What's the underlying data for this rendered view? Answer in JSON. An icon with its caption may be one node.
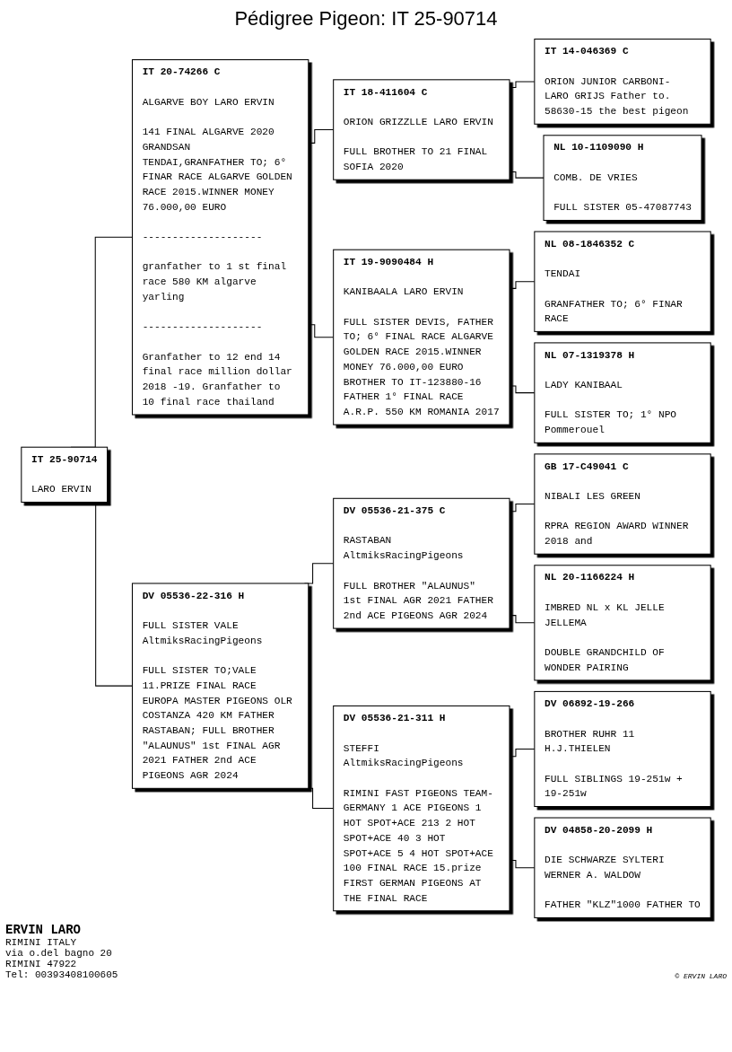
{
  "diagram": {
    "title": "Pédigree Pigeon: IT 25-90714",
    "nodes": [
      {
        "text": [
          "IT 25-90714",
          "LARO ERVIN"
        ]
      },
      {
        "text": [
          "IT 20-74266 C",
          "ALGARVE BOY LARO ERVIN",
          "141 FINAL ALGARVE 2020 GRANDSAN TENDAI,GRANFATHER TO; 6° FINAR RACE ALGARVE GOLDEN RACE 2015.WINNER MONEY 76.000,00 EURO",
          "--------------------",
          "granfather to 1 st final race 580 KM algarve yarling",
          "--------------------",
          "Granfather to 12 end 14 final race million dollar 2018 -19. Granfather to 10 final race thailand"
        ]
      },
      {
        "text": [
          "DV 05536-22-316 H",
          "FULL SISTER VALE AltmiksRacingPigeons",
          "FULL SISTER TO;VALE 11.PRIZE FINAL RACE EUROPA MASTER PIGEONS OLR COSTANZA 420 KM FATHER RASTABAN; FULL BROTHER \"ALAUNUS\" 1st FINAL AGR 2021 FATHER 2nd ACE PIGEONS AGR 2024"
        ]
      },
      {
        "text": [
          "IT 18-411604 C",
          "ORION GRIZZLLE LARO ERVIN",
          "FULL BROTHER TO 21 FINAL SOFIA 2020"
        ]
      },
      {
        "text": [
          "IT 19-9090484 H",
          "KANIBAALA LARO ERVIN",
          "FULL SISTER DEVIS, FATHER TO; 6° FINAL RACE ALGARVE GOLDEN RACE 2015.WINNER MONEY 76.000,00 EURO BROTHER TO IT-123880-16 FATHER 1° FINAL RACE A.R.P. 550 KM ROMANIA 2017"
        ]
      },
      {
        "text": [
          "DV 05536-21-375 C",
          "RASTABAN AltmiksRacingPigeons",
          "FULL BROTHER \"ALAUNUS\" 1st FINAL AGR 2021 FATHER 2nd ACE PIGEONS AGR 2024"
        ]
      },
      {
        "text": [
          "DV 05536-21-311 H",
          "STEFFI AltmiksRacingPigeons",
          "RIMINI FAST PIGEONS TEAM-GERMANY 1 ACE PIGEONS 1 HOT SPOT+ACE 213 2 HOT SPOT+ACE 40 3 HOT SPOT+ACE 5 4 HOT SPOT+ACE 100 FINAL RACE 15.prize FIRST GERMAN PIGEONS AT THE FINAL RACE"
        ]
      },
      {
        "text": [
          "IT 14-046369 C",
          "ORION JUNIOR CARBONI- LARO GRIJS Father to. 58630-15 the best pigeon"
        ]
      },
      {
        "text": [
          "NL 10-1109090 H",
          "COMB. DE VRIES",
          "FULL SISTER 05-47087743"
        ]
      },
      {
        "text": [
          "NL 08-1846352 C",
          "TENDAI",
          "GRANFATHER TO; 6° FINAR RACE"
        ]
      },
      {
        "text": [
          "NL 07-1319378 H",
          "LADY KANIBAAL",
          "FULL SISTER TO; 1° NPO Pommerouel"
        ]
      },
      {
        "text": [
          "GB 17-C49041 C",
          "NIBALI LES GREEN",
          "RPRA REGION AWARD WINNER 2018 and"
        ]
      },
      {
        "text": [
          "NL 20-1166224 H",
          "IMBRED NL x KL JELLE JELLEMA",
          "DOUBLE GRANDCHILD OF WONDER PAIRING"
        ]
      },
      {
        "text": [
          "DV 06892-19-266",
          "BROTHER RUHR 11 H.J.THIELEN",
          "FULL SIBLINGS 19-251w + 19-251w"
        ]
      },
      {
        "text": [
          "DV 04858-20-2099 H",
          "DIE SCHWARZE SYLTERI WERNER A. WALDOW",
          "FATHER \"KLZ\"1000 FATHER TO"
        ]
      }
    ],
    "edges": [
      {
        "from": 0,
        "to": 1,
        "arrow": "none"
      },
      {
        "from": 0,
        "to": 2,
        "arrow": "none"
      },
      {
        "from": 1,
        "to": 3,
        "arrow": "none"
      },
      {
        "from": 1,
        "to": 4,
        "arrow": "none"
      },
      {
        "from": 2,
        "to": 5,
        "arrow": "none"
      },
      {
        "from": 2,
        "to": 6,
        "arrow": "none"
      },
      {
        "from": 3,
        "to": 7,
        "arrow": "none"
      },
      {
        "from": 3,
        "to": 8,
        "arrow": "none"
      },
      {
        "from": 4,
        "to": 9,
        "arrow": "none"
      },
      {
        "from": 4,
        "to": 10,
        "arrow": "none"
      },
      {
        "from": 5,
        "to": 11,
        "arrow": "none"
      },
      {
        "from": 5,
        "to": 12,
        "arrow": "none"
      },
      {
        "from": 6,
        "to": 13,
        "arrow": "none"
      },
      {
        "from": 6,
        "to": 14,
        "arrow": "none"
      }
    ],
    "labels": [
      "ERVIN LARO",
      "RIMINI ITALY",
      "via o.del bagno 20",
      "RIMINI 47922",
      "Tel: 00393408100605",
      "© ERVIN LARO"
    ]
  }
}
